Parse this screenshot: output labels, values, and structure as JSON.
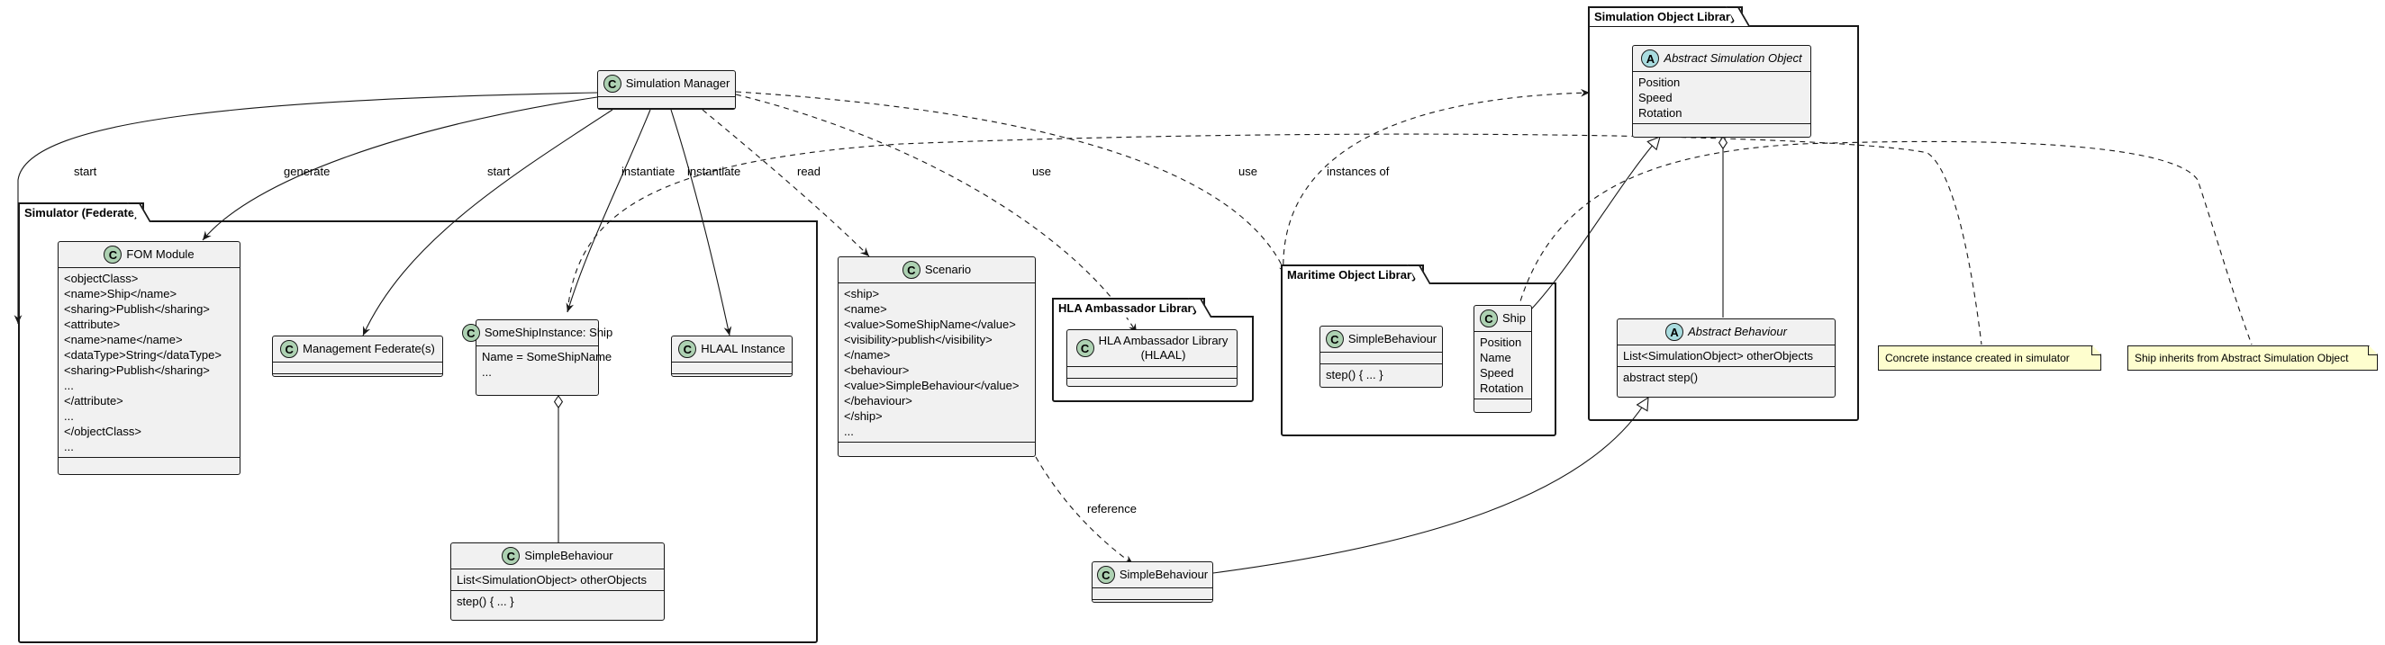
{
  "packages": {
    "simulator": "Simulator (Federate)",
    "hla": "HLA Ambassador Library",
    "maritime": "Maritime Object Library",
    "simobj": "Simulation Object Library"
  },
  "classes": {
    "sim_manager": {
      "badge": "C",
      "name": "Simulation Manager"
    },
    "fom": {
      "badge": "C",
      "name": "FOM Module",
      "attrs": [
        "<objectClass>",
        "<name>Ship</name>",
        "<sharing>Publish</sharing>",
        "<attribute>",
        "<name>name</name>",
        "<dataType>String</dataType>",
        "<sharing>Publish</sharing>",
        "...",
        "</attribute>",
        "...",
        "</objectClass>",
        "..."
      ]
    },
    "mgmt": {
      "badge": "C",
      "name": "Management Federate(s)"
    },
    "ship_inst": {
      "badge": "C",
      "name": "SomeShipInstance: Ship",
      "attrs": [
        "Name = SomeShipName",
        "..."
      ]
    },
    "hlaal_inst": {
      "badge": "C",
      "name": "HLAAL Instance"
    },
    "simple_beh_a": {
      "badge": "C",
      "name": "SimpleBehaviour",
      "attrs": [
        "List<SimulationObject> otherObjects"
      ],
      "methods": [
        "step() { ... }"
      ]
    },
    "scenario": {
      "badge": "C",
      "name": "Scenario",
      "attrs": [
        "<ship>",
        "<name>",
        "<value>SomeShipName</value>",
        "<visibility>publish</visibility>",
        "</name>",
        "<behaviour>",
        "<value>SimpleBehaviour</value>",
        "</behaviour>",
        "</ship>",
        "..."
      ]
    },
    "hla_lib": {
      "badge": "C",
      "name": "HLA Ambassador Library",
      "name2": "(HLAAL)"
    },
    "simple_beh_b": {
      "badge": "C",
      "name": "SimpleBehaviour"
    },
    "simple_beh_m": {
      "badge": "C",
      "name": "SimpleBehaviour",
      "methods": [
        "step() { ... }"
      ]
    },
    "ship": {
      "badge": "C",
      "name": "Ship",
      "attrs": [
        "Position",
        "Name",
        "Speed",
        "Rotation"
      ]
    },
    "abs_obj": {
      "badge": "A",
      "name": "Abstract Simulation Object",
      "attrs": [
        "Position",
        "Speed",
        "Rotation"
      ]
    },
    "abs_beh": {
      "badge": "A",
      "name": "Abstract Behaviour",
      "attrs": [
        "List<SimulationObject> otherObjects"
      ],
      "methods": [
        "abstract step()"
      ]
    }
  },
  "edge_labels": {
    "start_left": "start",
    "generate": "generate",
    "start_mgmt": "start",
    "instantiate_ship": "instantiate",
    "instantiate_hlaal": "instantiate",
    "read": "read",
    "use_hla": "use",
    "use_maritime": "use",
    "instances_of": "instances of",
    "reference": "reference"
  },
  "notes": {
    "concrete": "Concrete instance created in simulator",
    "inherits": "Ship inherits from Abstract Simulation Object"
  },
  "colors": {
    "class_fill": "#f1f1f1",
    "class_badge": "#add1b2",
    "abstract_badge": "#a9dcdf",
    "note_fill": "#fefece",
    "line": "#181818"
  }
}
